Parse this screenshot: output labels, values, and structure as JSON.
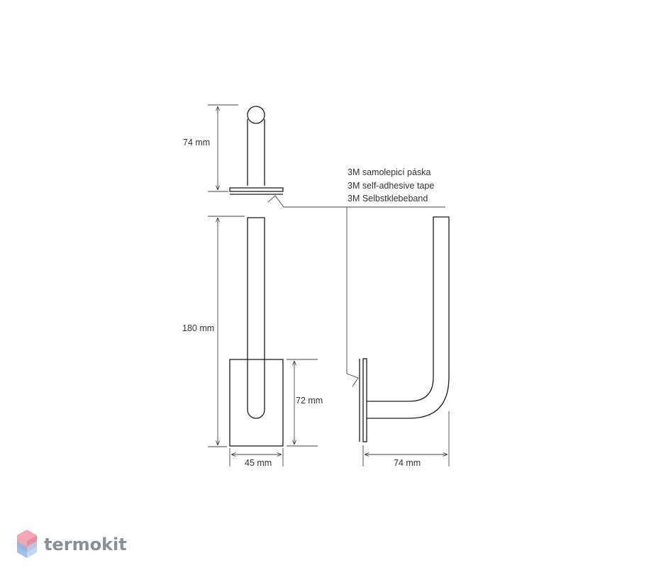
{
  "dimensions": {
    "top_height": "74 mm",
    "front_height": "180 mm",
    "plate_height": "72 mm",
    "plate_width": "45 mm",
    "depth": "74 mm"
  },
  "tape_note": [
    "3M samolepicí páska",
    "3M self-adhesive tape",
    "3M Selbstklebeband"
  ],
  "brand": {
    "name": "termokit",
    "colors": {
      "pink": "#f2a6b6",
      "blue": "#8fb6e0",
      "text": "#8a8f96"
    }
  },
  "line_color": "#1a1a1a"
}
